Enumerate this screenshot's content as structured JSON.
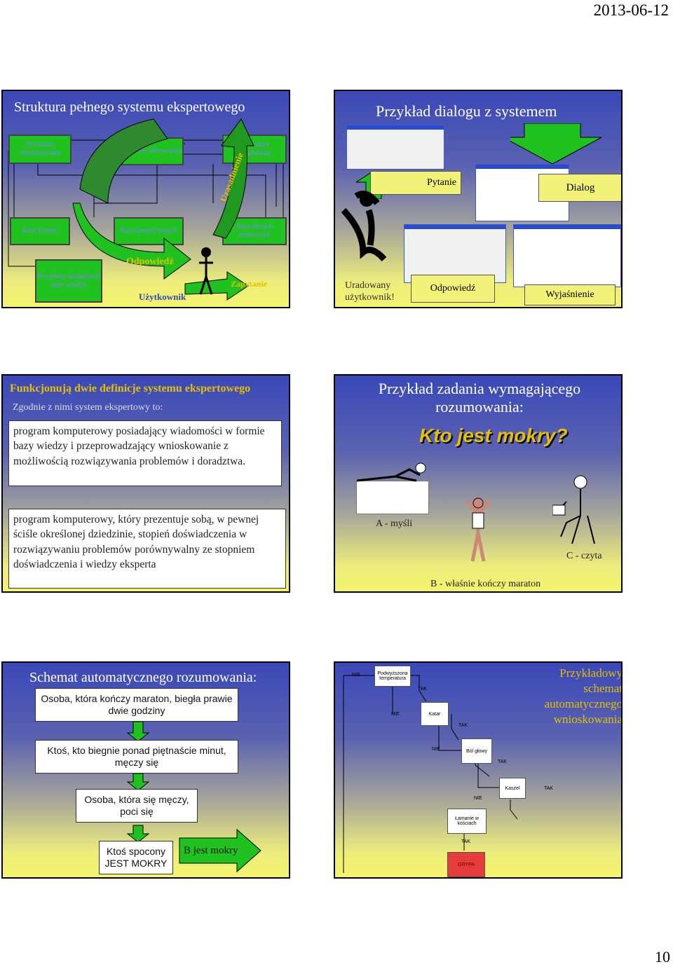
{
  "header": {
    "date": "2013-06-12"
  },
  "footer": {
    "page": "10"
  },
  "slide1": {
    "title": "Struktura pełnego systemu ekspertowego",
    "box_proc_wnioskowania": "Procedury wnioskowania",
    "box_proc_sterowania": "Procedury sterowania",
    "box_proc_objasniania": "Procedury objaśniania",
    "box_baza_wiedzy": "Baza wiedzy",
    "box_baza_stalych": "Baza danych stałych",
    "box_baza_zmiennych": "Baza danych zmiennych",
    "box_proc_aktualizacji": "Procedury aktualizacji bazy wiedzy",
    "arrow_uzasadnienie": "Uzasadnienie",
    "odpowiedz": "Odpowiedź",
    "uzytkownik": "Użytkownik",
    "zapytanie": "Zapytanie"
  },
  "slide2": {
    "title": "Przykład dialogu z systemem",
    "pytanie": "Pytanie",
    "dialog": "Dialog",
    "uradowany": "Uradowany użytkownik!",
    "odpowiedz": "Odpowiedź",
    "wyjasnienie": "Wyjaśnienie"
  },
  "slide3": {
    "title": "Funkcjonują dwie definicje systemu ekspertowego",
    "subtitle": "Zgodnie z nimi system ekspertowy to:",
    "def1": "program komputerowy posiadający wiadomości w formie bazy wiedzy i przeprowadzający wnioskowanie z możliwością rozwiązywania problemów i doradztwa.",
    "def2": "program komputerowy, który prezentuje sobą, w pewnej ściśle określonej dziedzinie, stopień doświadczenia w rozwiązywaniu problemów porównywalny ze stopniem doświadczenia i wiedzy eksperta"
  },
  "slide4": {
    "title": "Przykład zadania wymagającego rozumowania:",
    "question": "Kto jest mokry?",
    "a": "A - myśli",
    "b": "B - właśnie kończy maraton",
    "c": "C - czyta"
  },
  "slide5": {
    "title": "Schemat automatycznego rozumowania:",
    "step1": "Osoba, która kończy maraton, biegła prawie dwie godziny",
    "step2": "Ktoś, kto biegnie ponad piętnaście minut, męczy się",
    "step3": "Osoba, która się męczy, poci się",
    "step4": "Ktoś spocony JEST MOKRY",
    "conclusion": "B jest mokry"
  },
  "slide6": {
    "title": "Przykładowy schemat automatycznego wnioskowania",
    "nodes": {
      "temp": "Podwyższona temperatura",
      "katar": "Katar",
      "bol": "Ból głowy",
      "kaszel": "Kaszel",
      "lamanie": "Łamanie w kościach",
      "grypa": "GRYPA"
    },
    "nie": "NIE",
    "tak": "TAK",
    "colors": {
      "grypa": "#e83b3b"
    }
  }
}
